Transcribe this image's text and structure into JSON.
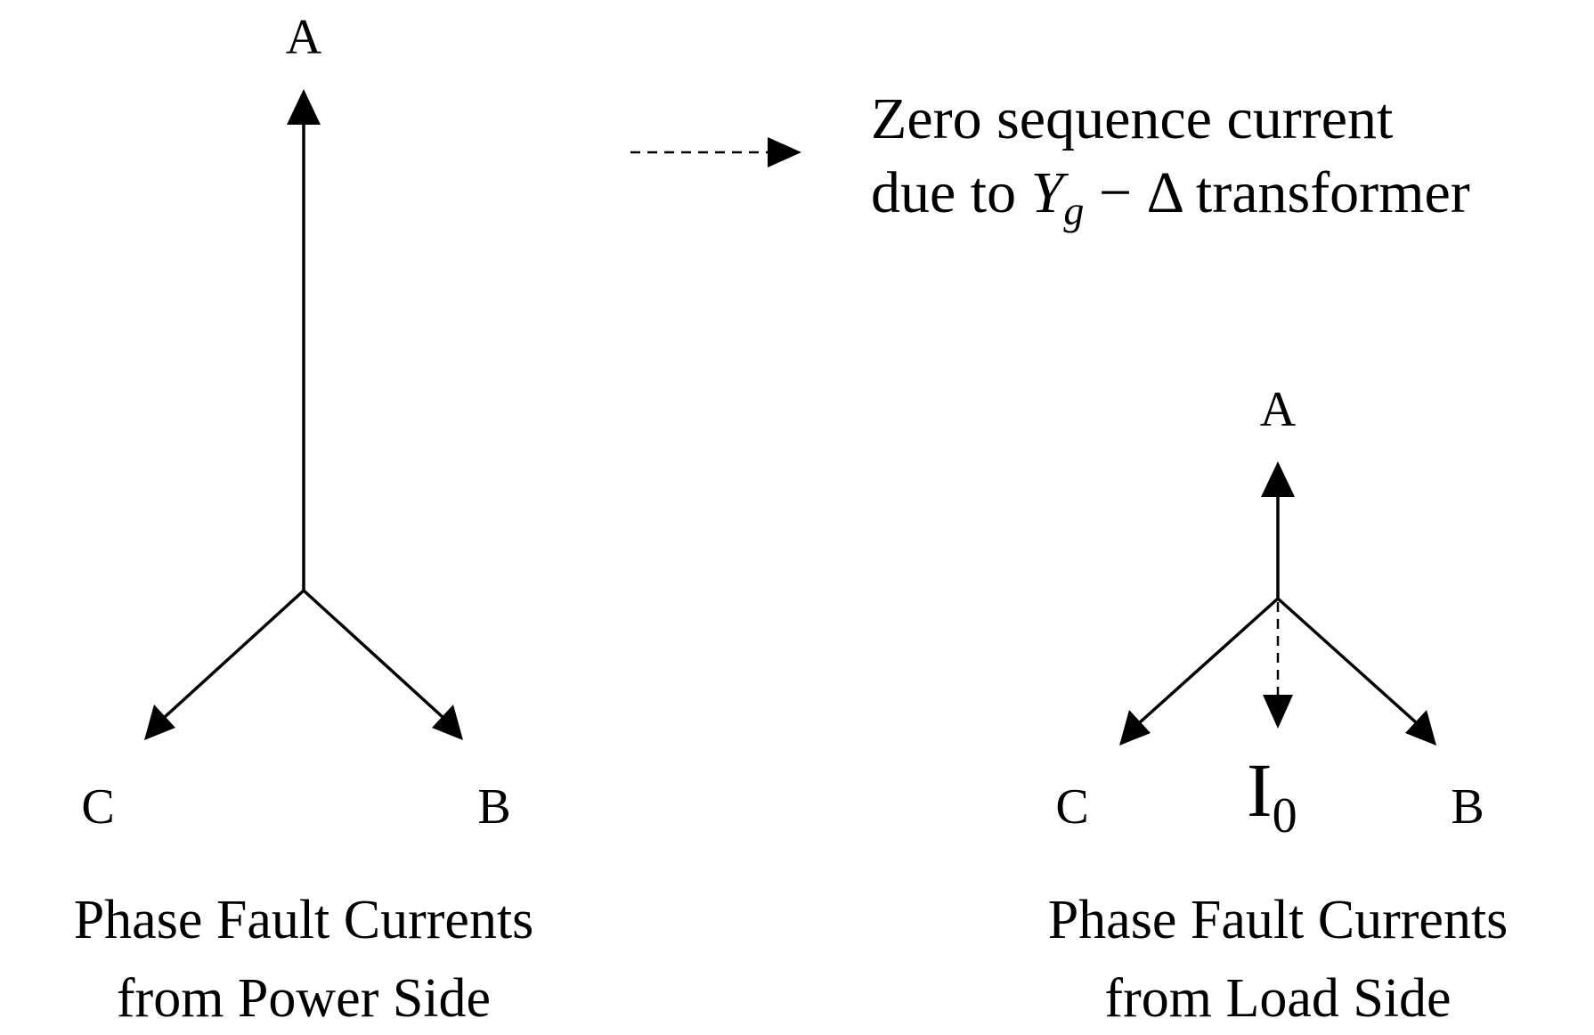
{
  "legend": {
    "line1": "Zero sequence current",
    "line2_prefix": "due to ",
    "line2_Y": "Y",
    "line2_sub": "g",
    "line2_minus": " − ",
    "line2_delta": "Δ",
    "line2_suffix": " transformer"
  },
  "power_side": {
    "label_a": "A",
    "label_b": "B",
    "label_c": "C",
    "caption_line1": "Phase Fault Currents",
    "caption_line2": "from Power Side"
  },
  "load_side": {
    "label_a": "A",
    "label_b": "B",
    "label_c": "C",
    "label_i0": "I",
    "label_i0_sub": "0",
    "caption_line1": "Phase Fault Currents",
    "caption_line2": "from Load Side"
  }
}
